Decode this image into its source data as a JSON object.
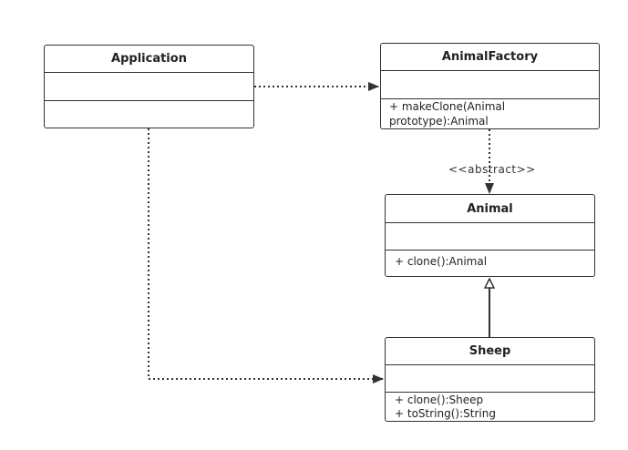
{
  "classes": {
    "application": {
      "name": "Application",
      "operations": []
    },
    "animal_factory": {
      "name": "AnimalFactory",
      "operations": [
        "+ makeClone(Animal",
        "prototype):Animal"
      ]
    },
    "animal": {
      "name": "Animal",
      "operations": [
        "+ clone():Animal"
      ]
    },
    "sheep": {
      "name": "Sheep",
      "operations": [
        "+ clone():Sheep",
        "+ toString():String"
      ]
    }
  },
  "relations": {
    "factory_to_animal_label": "<<abstract>>"
  },
  "colors": {
    "line": "#333333",
    "background": "#ffffff"
  }
}
